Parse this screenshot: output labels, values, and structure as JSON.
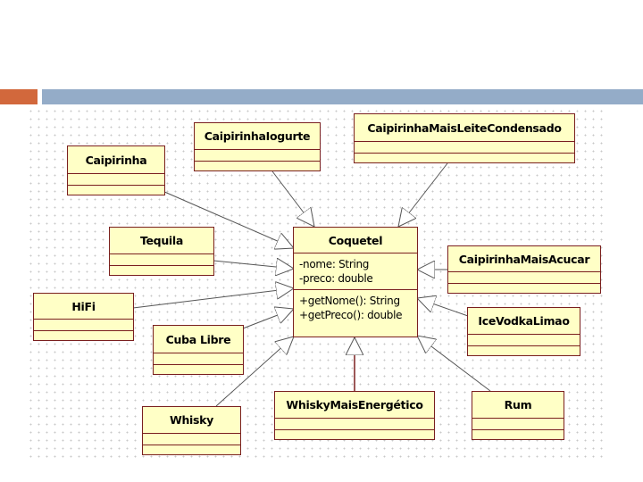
{
  "classes": {
    "coquetel": {
      "name": "Coquetel",
      "attributes": [
        "-nome: String",
        "-preco: double"
      ],
      "methods": [
        "+getNome(): String",
        "+getPreco(): double"
      ]
    },
    "caipirinha": {
      "name": "Caipirinha"
    },
    "caipirinha_iogurte": {
      "name": "CaipirinhaIogurte"
    },
    "caipirinha_mais_leite_condensado": {
      "name": "CaipirinhaMaisLeiteCondensado"
    },
    "tequila": {
      "name": "Tequila"
    },
    "caipirinha_mais_acucar": {
      "name": "CaipirinhaMaisAcucar"
    },
    "hifi": {
      "name": "HiFi"
    },
    "ice_vodka_limao": {
      "name": "IceVodkaLimao"
    },
    "cuba_libre": {
      "name": "Cuba Libre"
    },
    "whisky": {
      "name": "Whisky"
    },
    "whisky_mais_energetico": {
      "name": "WhiskyMaisEnergético"
    },
    "rum": {
      "name": "Rum"
    }
  },
  "relations": [
    {
      "from": "caipirinha",
      "to": "coquetel",
      "kind": "generalization"
    },
    {
      "from": "caipirinha_iogurte",
      "to": "coquetel",
      "kind": "generalization"
    },
    {
      "from": "caipirinha_mais_leite_condensado",
      "to": "coquetel",
      "kind": "generalization"
    },
    {
      "from": "tequila",
      "to": "coquetel",
      "kind": "generalization"
    },
    {
      "from": "hifi",
      "to": "coquetel",
      "kind": "generalization"
    },
    {
      "from": "cuba_libre",
      "to": "coquetel",
      "kind": "generalization"
    },
    {
      "from": "whisky",
      "to": "coquetel",
      "kind": "generalization"
    },
    {
      "from": "whisky_mais_energetico",
      "to": "coquetel",
      "kind": "generalization"
    },
    {
      "from": "rum",
      "to": "coquetel",
      "kind": "generalization"
    },
    {
      "from": "ice_vodka_limao",
      "to": "coquetel",
      "kind": "generalization"
    },
    {
      "from": "caipirinha_mais_acucar",
      "to": "coquetel",
      "kind": "generalization"
    }
  ],
  "colors": {
    "class_fill": "#ffffc6",
    "class_border": "#7a1f1f",
    "edge": "#555555",
    "accent_orange": "#d2683c",
    "accent_blue": "#94acc8"
  }
}
